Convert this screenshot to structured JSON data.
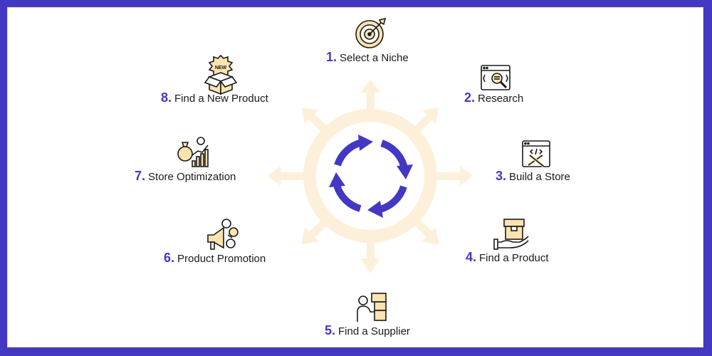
{
  "colors": {
    "accent": "#4338c4",
    "arrow": "#fdf0da",
    "icon_fill": "#fce3b0",
    "icon_line": "#1a1a1a"
  },
  "steps": [
    {
      "num": "1.",
      "label": "Select a Niche",
      "icon": "target-icon"
    },
    {
      "num": "2.",
      "label": "Research",
      "icon": "web-research-icon"
    },
    {
      "num": "3.",
      "label": "Build a Store",
      "icon": "store-build-icon"
    },
    {
      "num": "4.",
      "label": "Find a Product",
      "icon": "product-box-hand-icon"
    },
    {
      "num": "5.",
      "label": "Find a Supplier",
      "icon": "supplier-boxes-icon"
    },
    {
      "num": "6.",
      "label": "Product Promotion",
      "icon": "megaphone-icon"
    },
    {
      "num": "7.",
      "label": "Store Optimization",
      "icon": "growth-chart-icon"
    },
    {
      "num": "8.",
      "label": "Find a New Product",
      "icon": "new-product-box-icon"
    }
  ]
}
